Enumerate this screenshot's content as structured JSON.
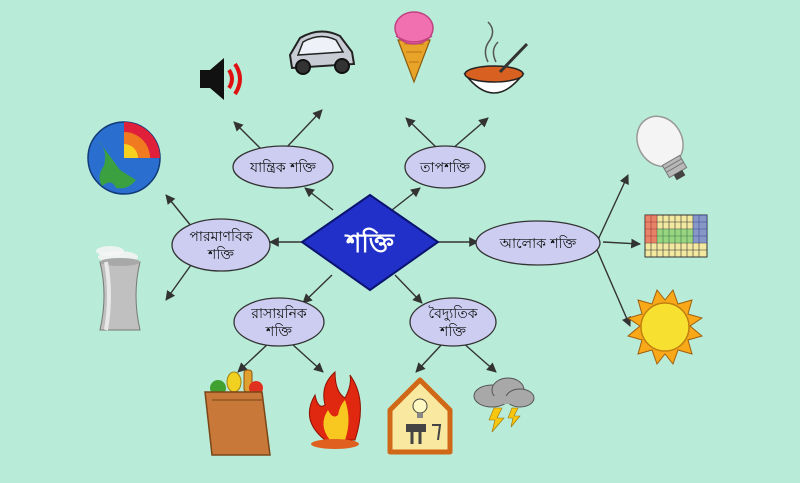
{
  "colors": {
    "background": "#b8ecd8",
    "center_fill": "#2030c8",
    "center_stroke": "#0a1470",
    "center_text": "#ffffff",
    "node_fill": "#cdcdf2",
    "node_stroke": "#333333",
    "arrow": "#333333"
  },
  "center": {
    "label": "শক্তি"
  },
  "nodes": {
    "mechanical": {
      "label": "যান্ত্রিক শক্তি"
    },
    "heat": {
      "label": "তাপশক্তি"
    },
    "nuclear": {
      "line1": "পারমাণবিক",
      "line2": "শক্তি"
    },
    "light": {
      "label": "আলোক শক্তি"
    },
    "chemical": {
      "line1": "রাসায়নিক",
      "line2": "শক্তি"
    },
    "electrical": {
      "line1": "বৈদ্যুতিক",
      "line2": "শক্তি"
    }
  },
  "icons": [
    "speaker-icon",
    "car-icon",
    "ice-cream-icon",
    "hot-soup-bowl-icon",
    "earth-core-icon",
    "cooling-tower-icon",
    "light-bulb-icon",
    "periodic-table-icon",
    "sun-icon",
    "grocery-bag-icon",
    "fire-icon",
    "house-electricity-icon",
    "storm-cloud-icon"
  ]
}
